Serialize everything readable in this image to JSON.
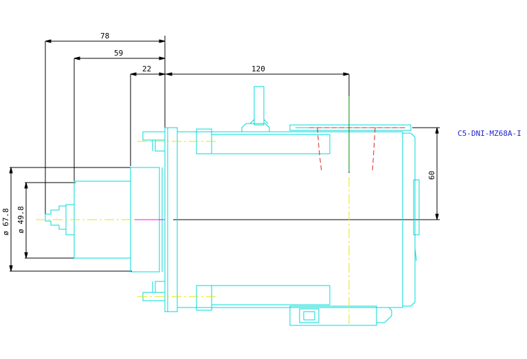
{
  "colors": {
    "background": "#ffffff",
    "outline": "#00e5e5",
    "dimension": "#000000",
    "centerline": "#e6e600",
    "hidden": "#e02020",
    "label": "#2222cc",
    "accent": "#ff00ff",
    "green": "#008800"
  },
  "dimensions": {
    "d78": "78",
    "d59": "59",
    "d22": "22",
    "d120": "120",
    "d60": "60",
    "dia678": "ø 67.8",
    "dia498": "ø 49.8"
  },
  "part_label": "C5-DNI-MZ68A-I"
}
